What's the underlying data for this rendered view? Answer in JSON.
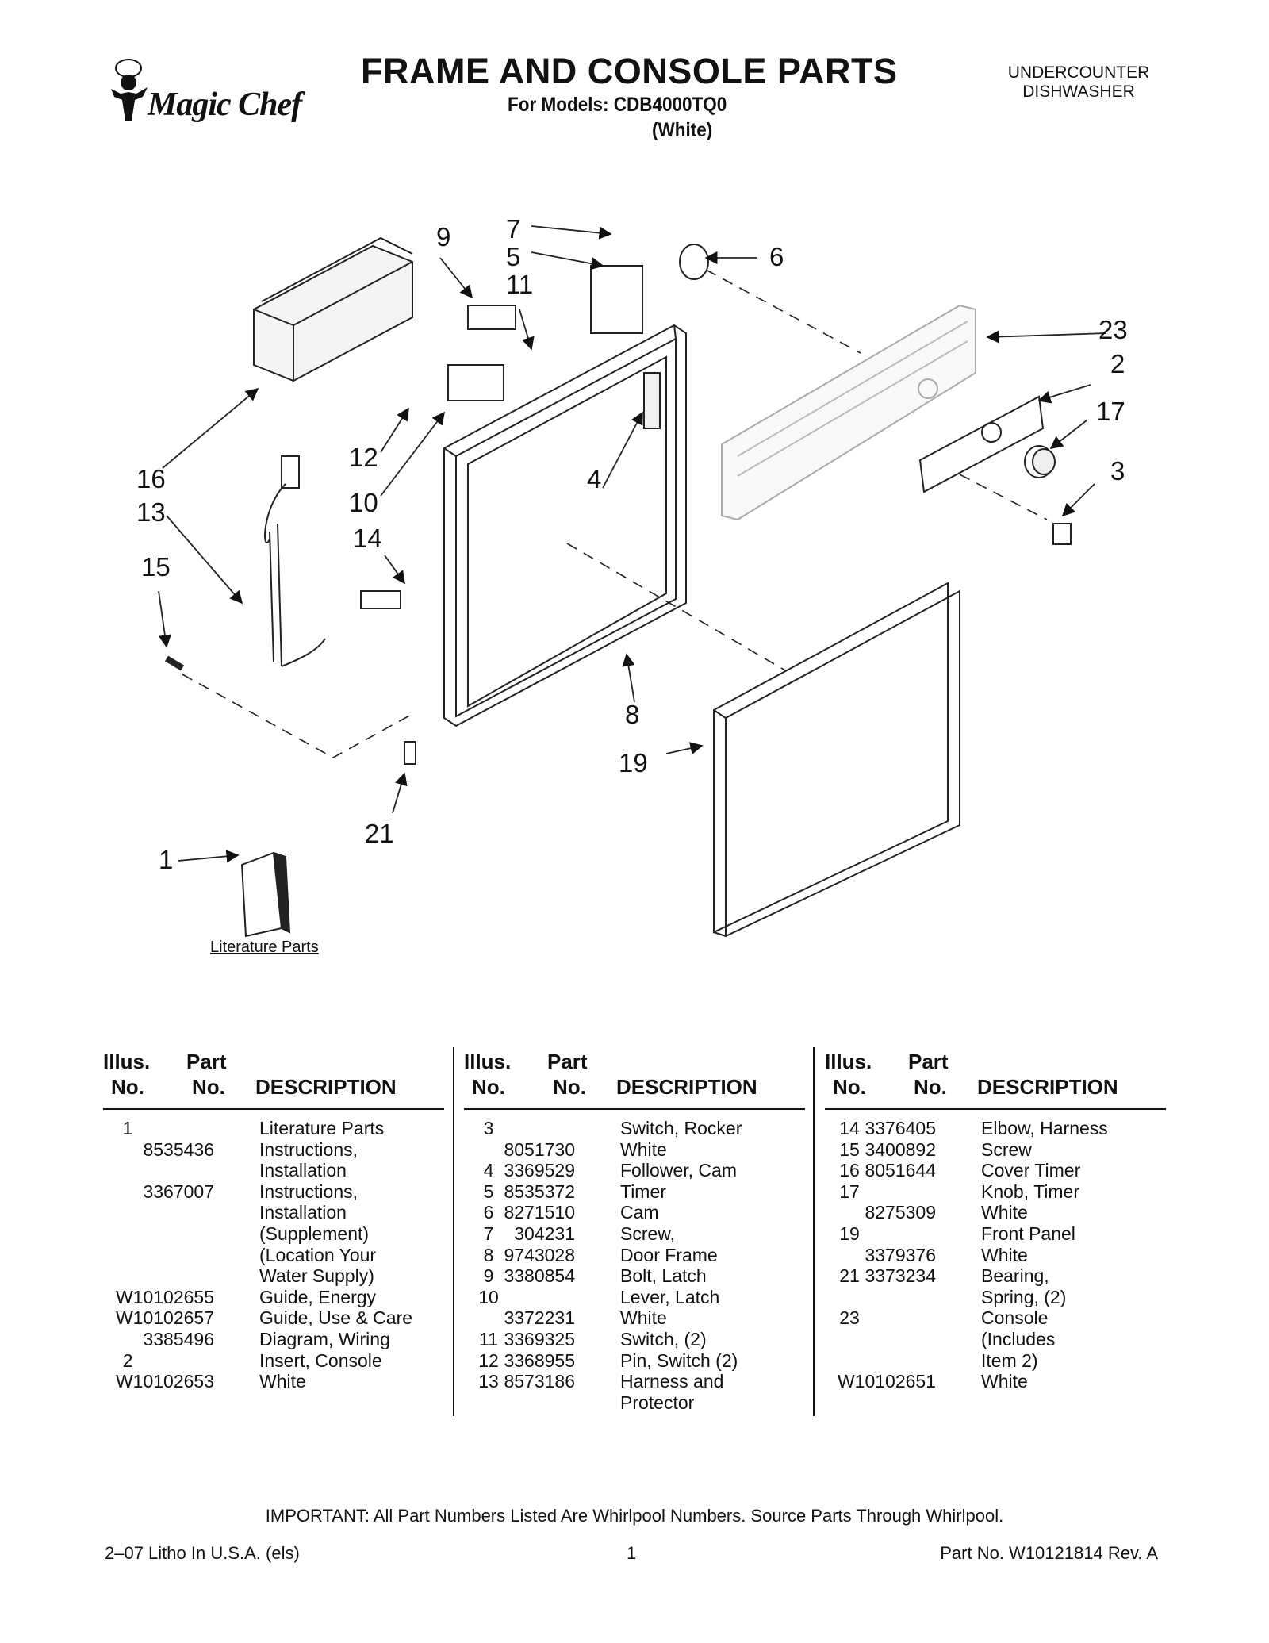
{
  "header": {
    "brand": "Magic Chef",
    "title": "FRAME AND CONSOLE PARTS",
    "models_line": "For Models: CDB4000TQ0",
    "color_line": "(White)",
    "product_line1": "UNDERCOUNTER",
    "product_line2": "DISHWASHER"
  },
  "diagram": {
    "callouts": [
      "1",
      "2",
      "3",
      "4",
      "5",
      "6",
      "7",
      "8",
      "9",
      "10",
      "11",
      "12",
      "13",
      "14",
      "15",
      "16",
      "17",
      "19",
      "21",
      "23"
    ],
    "literature_label": "Literature Parts"
  },
  "table_headers": {
    "illus_1": "Illus.",
    "illus_2": "No.",
    "part_1": "Part",
    "part_2": "No.",
    "description": "DESCRIPTION"
  },
  "columns": [
    [
      {
        "illus": "1",
        "part": "",
        "desc": "Literature Parts"
      },
      {
        "illus": "",
        "part": "8535436",
        "desc": "Instructions,"
      },
      {
        "illus": "",
        "part": "",
        "desc": "Installation"
      },
      {
        "illus": "",
        "part": "3367007",
        "desc": "Instructions,"
      },
      {
        "illus": "",
        "part": "",
        "desc": "Installation"
      },
      {
        "illus": "",
        "part": "",
        "desc": "(Supplement)"
      },
      {
        "illus": "",
        "part": "",
        "desc": "(Location Your"
      },
      {
        "illus": "",
        "part": "",
        "desc": "Water Supply)"
      },
      {
        "illus": "",
        "part": "W10102655",
        "desc": "Guide, Energy"
      },
      {
        "illus": "",
        "part": "W10102657",
        "desc": "Guide, Use & Care"
      },
      {
        "illus": "",
        "part": "3385496",
        "desc": "Diagram, Wiring"
      },
      {
        "illus": "2",
        "part": "",
        "desc": "Insert, Console"
      },
      {
        "illus": "",
        "part": "W10102653",
        "desc": "White"
      }
    ],
    [
      {
        "illus": "3",
        "part": "",
        "desc": "Switch, Rocker"
      },
      {
        "illus": "",
        "part": "8051730",
        "desc": "White"
      },
      {
        "illus": "4",
        "part": "3369529",
        "desc": "Follower, Cam"
      },
      {
        "illus": "5",
        "part": "8535372",
        "desc": "Timer"
      },
      {
        "illus": "6",
        "part": "8271510",
        "desc": "Cam"
      },
      {
        "illus": "7",
        "part": "304231",
        "desc": "Screw,"
      },
      {
        "illus": "8",
        "part": "9743028",
        "desc": "Door Frame"
      },
      {
        "illus": "9",
        "part": "3380854",
        "desc": "Bolt, Latch"
      },
      {
        "illus": "10",
        "part": "",
        "desc": "Lever, Latch"
      },
      {
        "illus": "",
        "part": "3372231",
        "desc": "White"
      },
      {
        "illus": "11",
        "part": "3369325",
        "desc": "Switch, (2)"
      },
      {
        "illus": "12",
        "part": "3368955",
        "desc": "Pin, Switch (2)"
      },
      {
        "illus": "13",
        "part": "8573186",
        "desc": "Harness and"
      },
      {
        "illus": "",
        "part": "",
        "desc": "Protector"
      }
    ],
    [
      {
        "illus": "14",
        "part": "3376405",
        "desc": "Elbow, Harness"
      },
      {
        "illus": "15",
        "part": "3400892",
        "desc": "Screw"
      },
      {
        "illus": "16",
        "part": "8051644",
        "desc": "Cover Timer"
      },
      {
        "illus": "17",
        "part": "",
        "desc": "Knob, Timer"
      },
      {
        "illus": "",
        "part": "8275309",
        "desc": "White"
      },
      {
        "illus": "19",
        "part": "",
        "desc": "Front Panel"
      },
      {
        "illus": "",
        "part": "3379376",
        "desc": "White"
      },
      {
        "illus": "21",
        "part": "3373234",
        "desc": "Bearing,"
      },
      {
        "illus": "",
        "part": "",
        "desc": "Spring, (2)"
      },
      {
        "illus": "23",
        "part": "",
        "desc": "Console"
      },
      {
        "illus": "",
        "part": "",
        "desc": "(Includes"
      },
      {
        "illus": "",
        "part": "",
        "desc": "Item 2)"
      },
      {
        "illus": "",
        "part": "W10102651",
        "desc": "White"
      }
    ]
  ],
  "footer": {
    "important": "IMPORTANT: All Part Numbers Listed Are Whirlpool Numbers. Source Parts Through Whirlpool.",
    "litho": "2–07 Litho In U.S.A. (els)",
    "page": "1",
    "part_no": "Part No. W10121814 Rev. A"
  }
}
